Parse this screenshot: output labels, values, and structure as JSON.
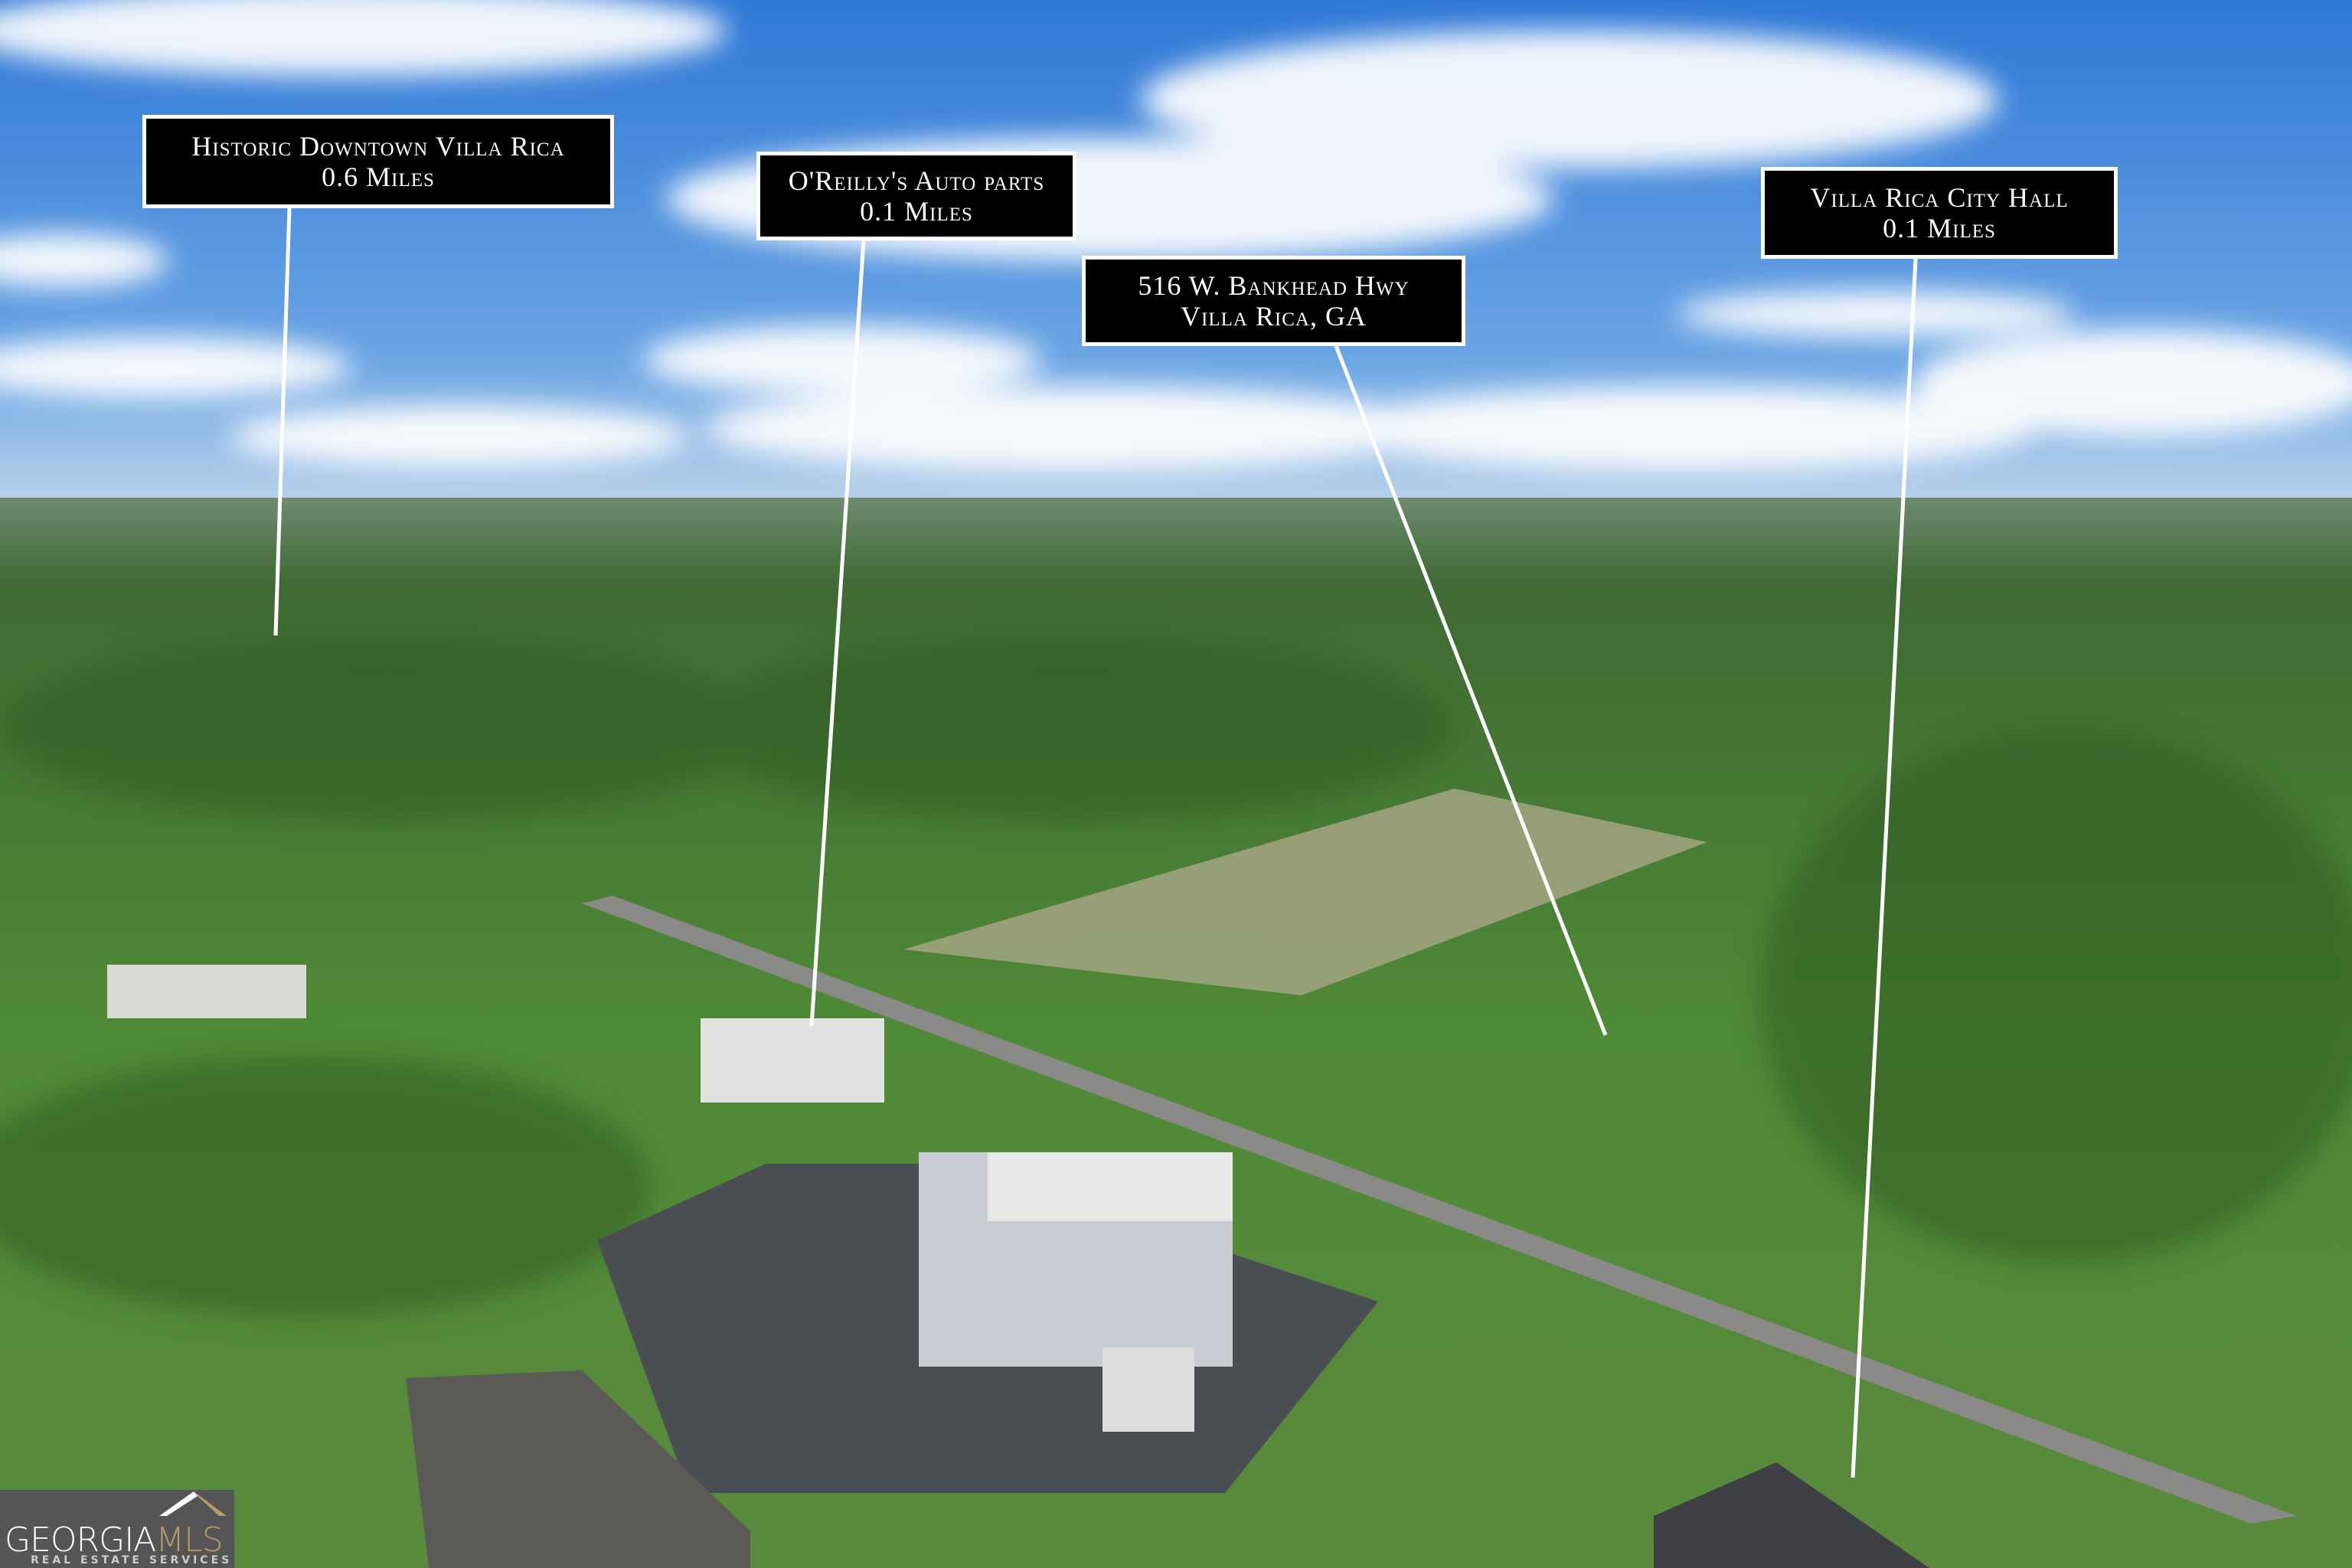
{
  "labels": [
    {
      "title": "Historic Downtown Villa Rica",
      "distance": "0.6 Miles"
    },
    {
      "title": "O'Reilly's Auto parts",
      "distance": "0.1 Miles"
    },
    {
      "title": "516 W. Bankhead Hwy",
      "distance": "Villa Rica, GA"
    },
    {
      "title": "Villa Rica City Hall",
      "distance": "0.1 Miles"
    }
  ],
  "logo": {
    "brand_a": "GEORGIA",
    "brand_b": "MLS",
    "tagline": "REAL ESTATE SERVICES"
  },
  "colors": {
    "sky": "#3f86d8",
    "forest": "#3d6b2c",
    "label_bg": "#000000",
    "logo_accent": "#b89a6a"
  }
}
